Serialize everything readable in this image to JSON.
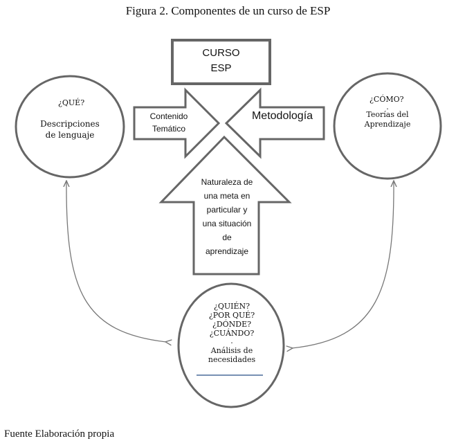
{
  "title": "Figura 2. Componentes de un curso de ESP",
  "footer": "Fuente Elaboración propia",
  "curso_box": {
    "line1": "CURSO",
    "line2": "ESP"
  },
  "contenido_arrow": {
    "line1": "Contenido",
    "line2": "Temático"
  },
  "metodologia_arrow": {
    "label": "Metodología"
  },
  "naturaleza_arrow": {
    "lines": [
      "Naturaleza de",
      "una meta en",
      "particular y",
      "una situación",
      "de",
      "aprendizaje"
    ]
  },
  "que_circle": {
    "question": "¿QUÉ?",
    "line1": "Descripciones",
    "line2": "de lenguaje"
  },
  "como_circle": {
    "question": "¿CÓMO?",
    "dot": ".",
    "line1": "Teorías del",
    "line2": "Aprendizaje"
  },
  "quien_circle": {
    "q1": "¿QUIÉN?",
    "q2": "¿POR QUÉ?",
    "q3": "¿DÓNDE?",
    "q4": "¿CUÁNDO?",
    "dot": ".",
    "line1": "Análisis de",
    "line2": "necesidades"
  }
}
